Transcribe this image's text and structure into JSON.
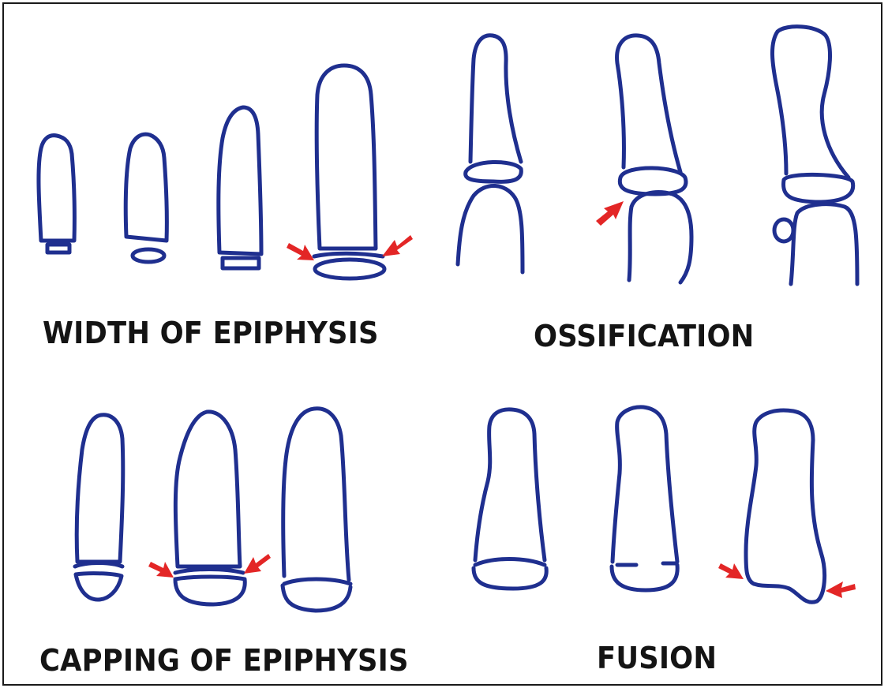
{
  "panels": {
    "width_of_epiphysis": {
      "label": "WIDTH OF EPIPHYSIS"
    },
    "ossification": {
      "label": "OSSIFICATION"
    },
    "capping_of_epiphysis": {
      "label": "CAPPING OF EPIPHYSIS"
    },
    "fusion": {
      "label": "FUSION"
    }
  },
  "colors": {
    "outline": "#1f2f8f",
    "arrow": "#e32626",
    "text": "#141414",
    "frame": "#1a1a1a"
  }
}
